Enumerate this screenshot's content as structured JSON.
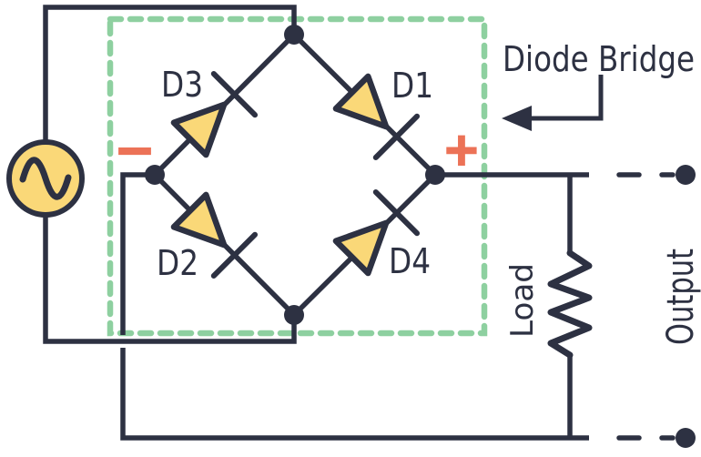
{
  "colors": {
    "wire": "#2d3142",
    "component_fill": "#fad878",
    "bridge_box": "#8ed0a0",
    "polarity": "#ec7257",
    "background": "#ffffff"
  },
  "labels": {
    "bridge_annotation": "Diode Bridge",
    "load": "Load",
    "output": "Output",
    "polarity_plus": "+",
    "polarity_minus": "−"
  },
  "diodes": [
    {
      "label": "D1"
    },
    {
      "label": "D2"
    },
    {
      "label": "D3"
    },
    {
      "label": "D4"
    }
  ],
  "icons": {
    "ac_source": "ac-source-icon",
    "diode": "diode-icon",
    "resistor": "resistor-icon",
    "bridge_arrow": "arrow-left-icon",
    "terminal": "terminal-dot-icon"
  }
}
